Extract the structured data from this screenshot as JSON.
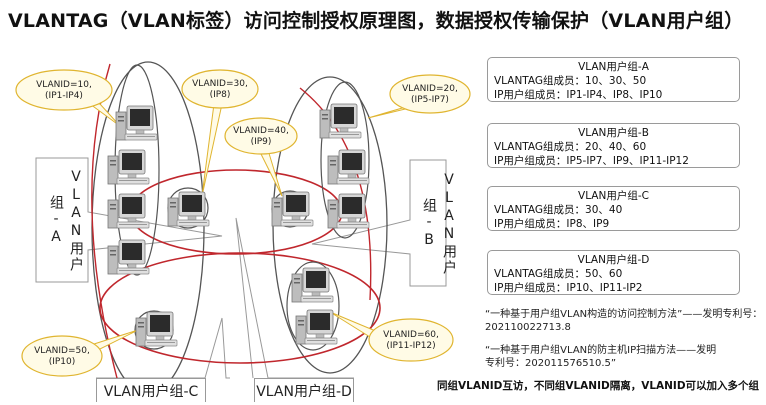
{
  "title": "VLANTAG（VLAN标签）访问控制授权原理图，数据授权传输保护（VLAN用户组）",
  "bubbles": [
    {
      "lines": [
        "VLANID=10,",
        "(IP1-IP4)"
      ]
    },
    {
      "lines": [
        "VLANID=30,",
        "(IP8)"
      ]
    },
    {
      "lines": [
        "VLANID=20,",
        "(IP5-IP7)"
      ]
    },
    {
      "lines": [
        "VLANID=40,",
        "(IP9)"
      ]
    },
    {
      "lines": [
        "VLANID=50,",
        "(IP10)"
      ]
    },
    {
      "lines": [
        "VLANID=60,",
        "(IP11-IP12)"
      ]
    }
  ],
  "callouts": {
    "group_a": "VLAN用户组-A",
    "group_b": "VLAN用户组-B",
    "group_c": "VLAN用户组-C",
    "group_d": "VLAN用户组-D"
  },
  "info_boxes": [
    {
      "header": "VLAN用户组-A",
      "line1": "VLANTAG组成员：10、30、50",
      "line2": "IP用户组成员：IP1-IP4、IP8、IP10"
    },
    {
      "header": "VLAN用户组-B",
      "line1": "VLANTAG组成员：20、40、60",
      "line2": "IP用户组成员：IP5-IP7、IP9、IP11-IP12"
    },
    {
      "header": "VLAN用户组-C",
      "line1": "VLANTAG组成员：30、40",
      "line2": "IP用户组成员：IP8、IP9"
    },
    {
      "header": "VLAN用户组-D",
      "line1": "VLANTAG组成员：50、60",
      "line2": "IP用户组成员：IP10、IP11-IP2"
    }
  ],
  "references": [
    {
      "line1": "“一种基于用户组VLAN构造的访问控制方法”——发明专利号：",
      "line2": "202110022713.8"
    },
    {
      "line1": "“一种基于用户组VLAN的防主机IP扫描方法——发明",
      "line2": "专利号：202011576510.5”"
    }
  ],
  "bottom_note": "同组VLANID互访，不同组VLANID隔离，VLANID可以加入多个组",
  "colors": {
    "bubble_fill": "#fffbe6",
    "bubble_stroke": "#e0b530",
    "group_stroke_red": "#c0272d",
    "group_stroke_gray": "#555555",
    "computer_body": "#c8c8c8",
    "computer_screen": "#2c2c2c"
  }
}
